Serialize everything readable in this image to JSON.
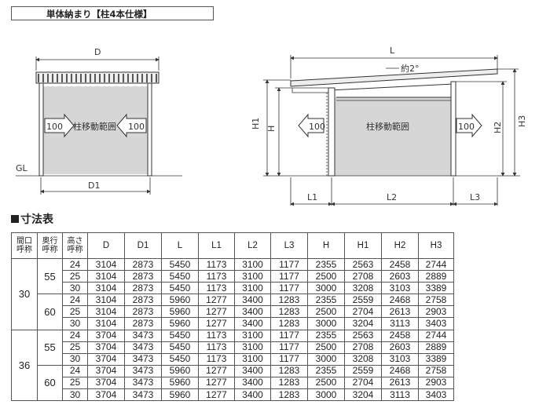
{
  "title": "単体納まり【柱4本仕様】",
  "left_diagram": {
    "d_label": "D",
    "d1_label": "D1",
    "gl_label": "GL",
    "arrow_left": "100",
    "arrow_right": "100",
    "range_label": "柱移動範囲"
  },
  "right_diagram": {
    "l_label": "L",
    "slope_label": "約2°",
    "h1_label": "H1",
    "h_label": "H",
    "h2_label": "H2",
    "h3_label": "H3",
    "l1_label": "L1",
    "l2_label": "L2",
    "l3_label": "L3",
    "arrow_left": "100",
    "arrow_right": "100",
    "range_label": "柱移動範囲"
  },
  "table_title": "寸法表",
  "table": {
    "headers": {
      "maguchi": [
        "間口",
        "呼称"
      ],
      "okuyuki": [
        "奥行",
        "呼称"
      ],
      "takasa": [
        "高さ",
        "呼称"
      ],
      "cols": [
        "D",
        "D1",
        "L",
        "L1",
        "L2",
        "L3",
        "H",
        "H1",
        "H2",
        "H3"
      ]
    },
    "groups": [
      {
        "maguchi": "30",
        "sub": [
          {
            "okuyuki": "55",
            "rows": [
              [
                "24",
                "3104",
                "2873",
                "5450",
                "1173",
                "3100",
                "1177",
                "2355",
                "2563",
                "2458",
                "2744"
              ],
              [
                "25",
                "3104",
                "2873",
                "5450",
                "1173",
                "3100",
                "1177",
                "2500",
                "2708",
                "2603",
                "2889"
              ],
              [
                "30",
                "3104",
                "2873",
                "5450",
                "1173",
                "3100",
                "1177",
                "3000",
                "3208",
                "3103",
                "3389"
              ]
            ]
          },
          {
            "okuyuki": "60",
            "rows": [
              [
                "24",
                "3104",
                "2873",
                "5960",
                "1277",
                "3400",
                "1283",
                "2355",
                "2559",
                "2468",
                "2758"
              ],
              [
                "25",
                "3104",
                "2873",
                "5960",
                "1277",
                "3400",
                "1283",
                "2500",
                "2704",
                "2613",
                "2903"
              ],
              [
                "30",
                "3104",
                "2873",
                "5960",
                "1277",
                "3400",
                "1283",
                "3000",
                "3204",
                "3113",
                "3403"
              ]
            ]
          }
        ]
      },
      {
        "maguchi": "36",
        "sub": [
          {
            "okuyuki": "55",
            "rows": [
              [
                "24",
                "3704",
                "3473",
                "5450",
                "1173",
                "3100",
                "1177",
                "2355",
                "2563",
                "2458",
                "2744"
              ],
              [
                "25",
                "3704",
                "3473",
                "5450",
                "1173",
                "3100",
                "1177",
                "2500",
                "2708",
                "2603",
                "2889"
              ],
              [
                "30",
                "3704",
                "3473",
                "5450",
                "1173",
                "3100",
                "1177",
                "3000",
                "3208",
                "3103",
                "3389"
              ]
            ]
          },
          {
            "okuyuki": "60",
            "rows": [
              [
                "24",
                "3704",
                "3473",
                "5960",
                "1277",
                "3400",
                "1283",
                "2355",
                "2559",
                "2468",
                "2758"
              ],
              [
                "25",
                "3704",
                "3473",
                "5960",
                "1277",
                "3400",
                "1283",
                "2500",
                "2704",
                "2613",
                "2903"
              ],
              [
                "30",
                "3704",
                "3473",
                "5960",
                "1277",
                "3400",
                "1283",
                "3000",
                "3204",
                "3113",
                "3403"
              ]
            ]
          }
        ]
      }
    ]
  }
}
